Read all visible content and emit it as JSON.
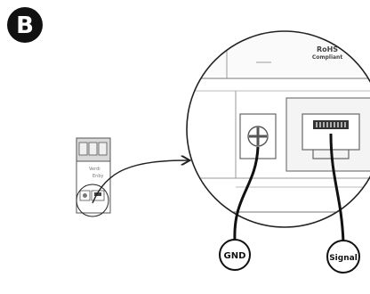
{
  "step_badge": {
    "letter": "B"
  },
  "small_device": {
    "brand_text": "Verdi",
    "model_text": "Enby"
  },
  "zoom_view": {
    "rohs_logo_text": "RoHS",
    "rohs_sub_text": "Compliant"
  },
  "callouts": {
    "gnd_label": "GND",
    "signal_label": "Signal"
  }
}
